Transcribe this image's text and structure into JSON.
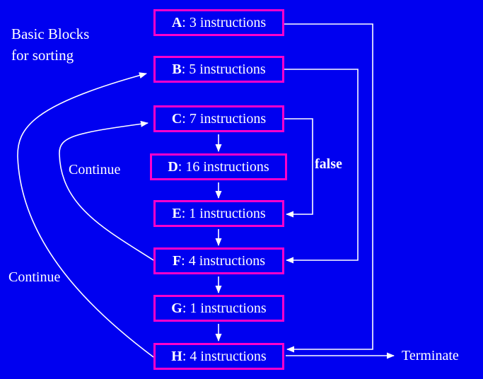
{
  "title": {
    "line1": "Basic Blocks",
    "line2": "for sorting"
  },
  "blocks": [
    {
      "letter": "A",
      "rest": ": 3 instructions"
    },
    {
      "letter": "B",
      "rest": ": 5 instructions"
    },
    {
      "letter": "C",
      "rest": ": 7 instructions"
    },
    {
      "letter": "D",
      "rest": ": 16 instructions"
    },
    {
      "letter": "E",
      "rest": ": 1 instructions"
    },
    {
      "letter": "F",
      "rest": ": 4 instructions"
    },
    {
      "letter": "G",
      "rest": ": 1 instructions"
    },
    {
      "letter": "H",
      "rest": ": 4 instructions"
    }
  ],
  "labels": {
    "continue_inner": "Continue",
    "continue_outer": "Continue",
    "false_branch": "false",
    "terminate": "Terminate"
  },
  "edges": [
    {
      "from": "C",
      "to": "D",
      "label": ""
    },
    {
      "from": "D",
      "to": "E",
      "label": ""
    },
    {
      "from": "E",
      "to": "F",
      "label": ""
    },
    {
      "from": "F",
      "to": "G",
      "label": ""
    },
    {
      "from": "G",
      "to": "H",
      "label": ""
    },
    {
      "from": "C",
      "to": "E",
      "label": "false"
    },
    {
      "from": "B",
      "to": "F",
      "label": ""
    },
    {
      "from": "A",
      "to": "H",
      "label": ""
    },
    {
      "from": "F",
      "to": "C",
      "label": "Continue"
    },
    {
      "from": "H",
      "to": "B",
      "label": "Continue"
    },
    {
      "from": "H",
      "to": "Terminate",
      "label": ""
    }
  ],
  "colors": {
    "background": "#0000F0",
    "box_border": "#FF00CC",
    "line": "#FFFFFF",
    "text": "#FFFFFF"
  }
}
